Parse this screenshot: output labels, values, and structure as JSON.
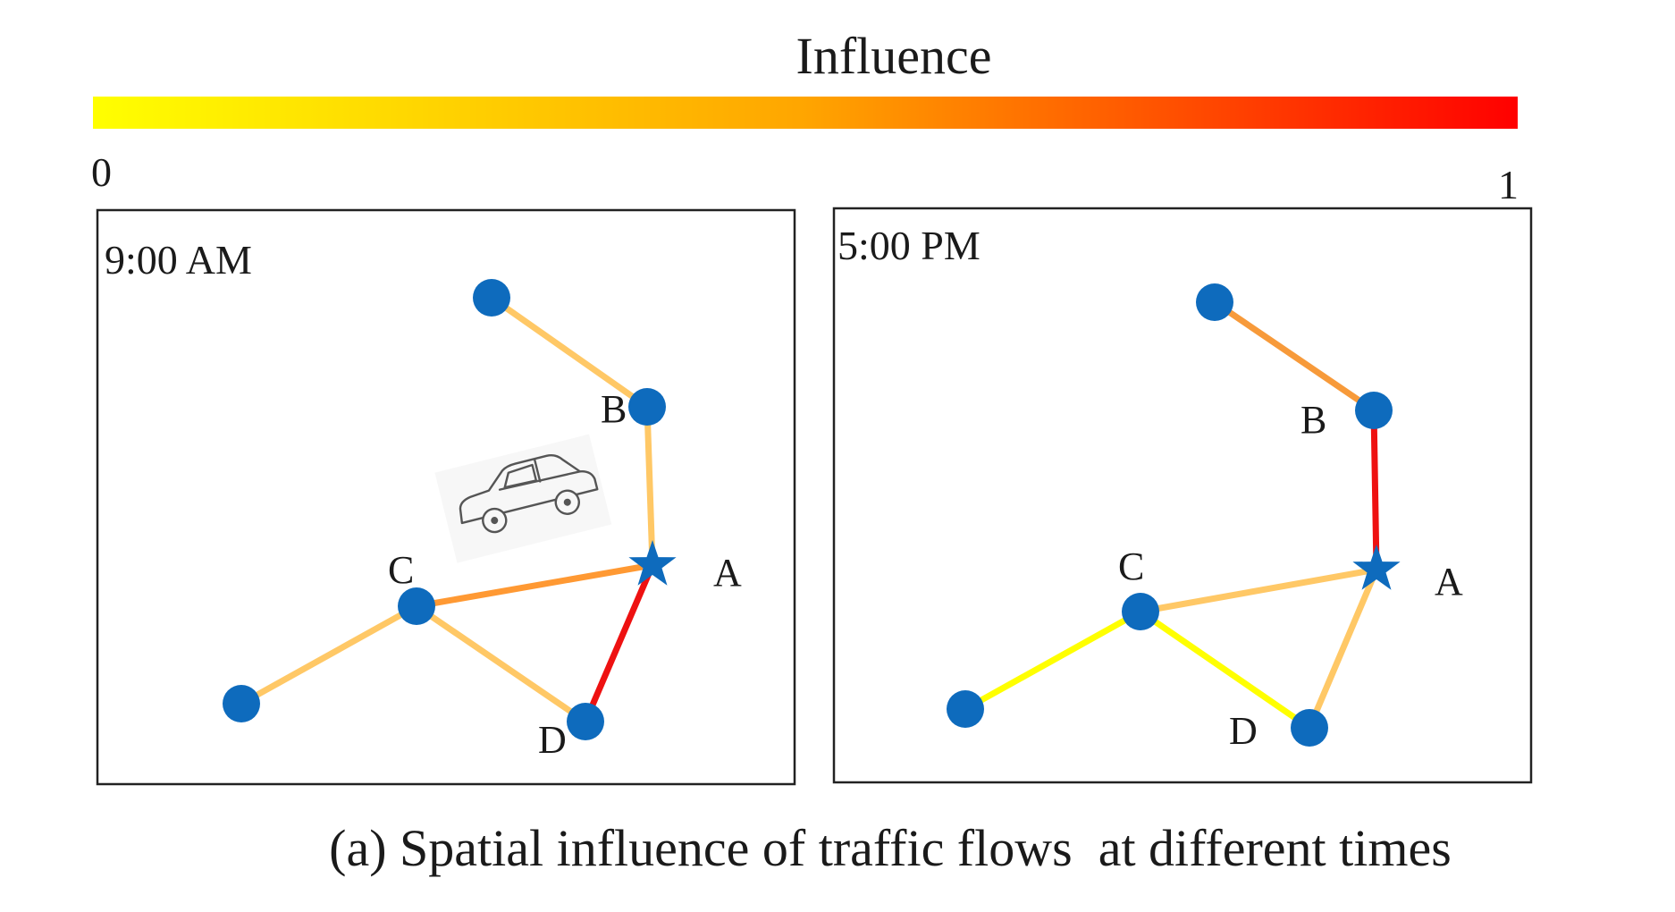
{
  "legend": {
    "title": "Influence",
    "min_label": "0",
    "max_label": "1",
    "colors": [
      "#ffff00",
      "#ffa500",
      "#ff0000"
    ]
  },
  "panels": [
    {
      "id": "am",
      "time_label": "9:00 AM",
      "icon": "car-icon",
      "nodes": [
        {
          "id": "top",
          "label": "",
          "shape": "circle"
        },
        {
          "id": "B",
          "label": "B",
          "shape": "circle"
        },
        {
          "id": "A",
          "label": "A",
          "shape": "star"
        },
        {
          "id": "C",
          "label": "C",
          "shape": "circle"
        },
        {
          "id": "left",
          "label": "",
          "shape": "circle"
        },
        {
          "id": "D",
          "label": "D",
          "shape": "circle"
        }
      ],
      "edges": [
        {
          "from": "top",
          "to": "B",
          "color": "#ffc866"
        },
        {
          "from": "B",
          "to": "A",
          "color": "#ffc866"
        },
        {
          "from": "C",
          "to": "A",
          "color": "#ff9933"
        },
        {
          "from": "A",
          "to": "D",
          "color": "#ee1111"
        },
        {
          "from": "left",
          "to": "C",
          "color": "#ffc866"
        },
        {
          "from": "C",
          "to": "D",
          "color": "#ffc866"
        }
      ]
    },
    {
      "id": "pm",
      "time_label": "5:00 PM",
      "nodes": [
        {
          "id": "top",
          "label": "",
          "shape": "circle"
        },
        {
          "id": "B",
          "label": "B",
          "shape": "circle"
        },
        {
          "id": "A",
          "label": "A",
          "shape": "star"
        },
        {
          "id": "C",
          "label": "C",
          "shape": "circle"
        },
        {
          "id": "left",
          "label": "",
          "shape": "circle"
        },
        {
          "id": "D",
          "label": "D",
          "shape": "circle"
        }
      ],
      "edges": [
        {
          "from": "top",
          "to": "B",
          "color": "#f79a3a"
        },
        {
          "from": "B",
          "to": "A",
          "color": "#ee1111"
        },
        {
          "from": "C",
          "to": "A",
          "color": "#ffc866"
        },
        {
          "from": "A",
          "to": "D",
          "color": "#ffc866"
        },
        {
          "from": "left",
          "to": "C",
          "color": "#ffff00"
        },
        {
          "from": "C",
          "to": "D",
          "color": "#ffff00"
        }
      ]
    }
  ],
  "caption": "(a) Spatial influence of traffic flows  at different times"
}
